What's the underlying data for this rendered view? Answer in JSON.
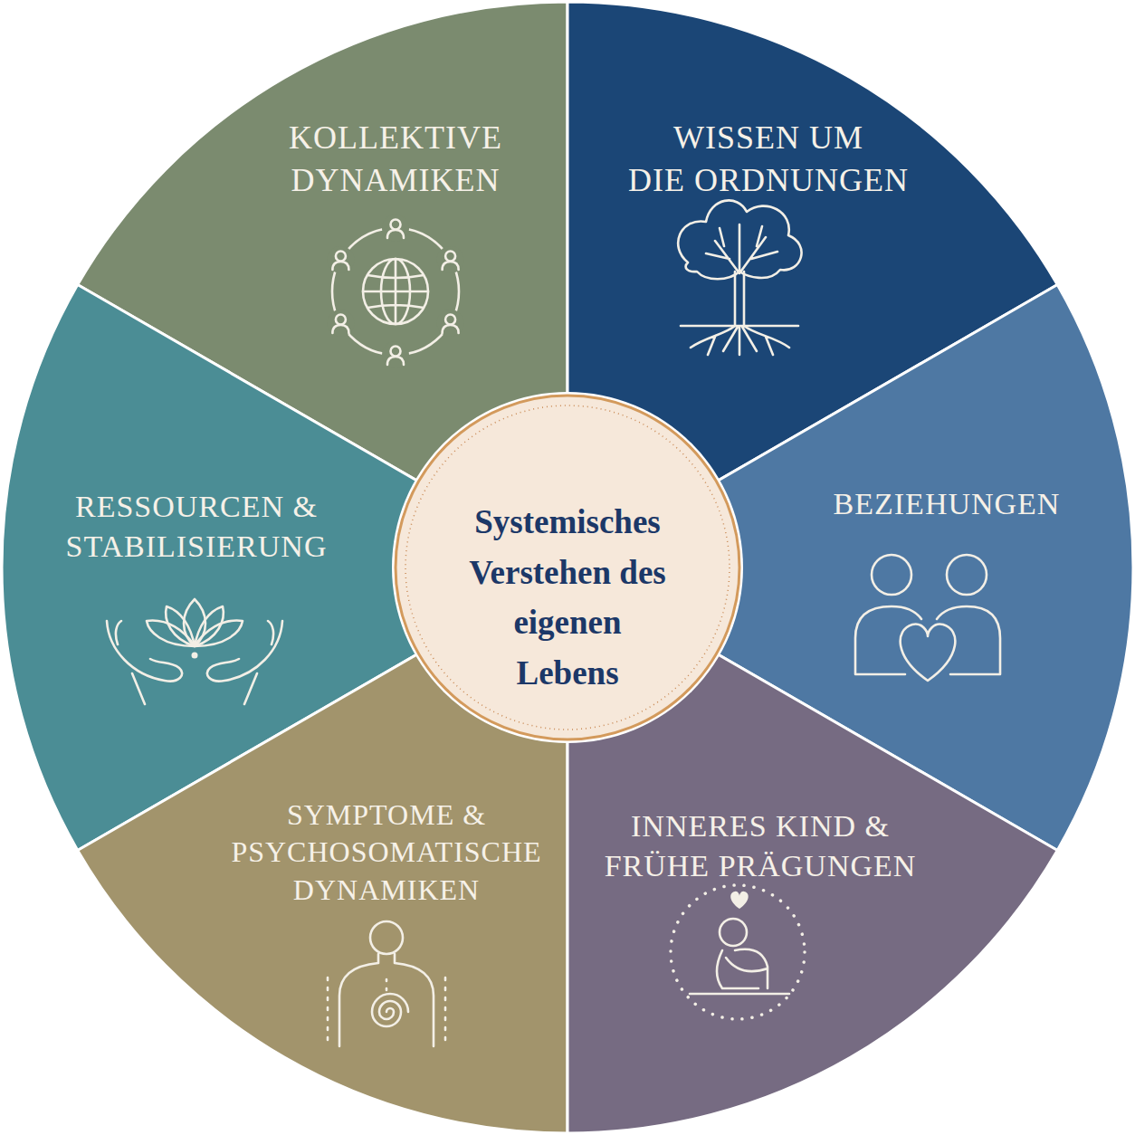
{
  "diagram": {
    "nodes": [
      {
        "text": [
          "KOLLEKTIVE DYNAMIKEN"
        ]
      },
      {
        "text": [
          "WISSEN UM DIE ORDNUNGEN"
        ]
      },
      {
        "text": [
          "RESSOURCEN & STABILISIERUNG"
        ]
      },
      {
        "text": [
          "Systemisches Verstehen des eigenen Lebens"
        ]
      },
      {
        "text": [
          "BEZIEHUNGEN"
        ]
      },
      {
        "text": [
          "SYMPTOME & PSYCHOSOMATISCHE DYNAMIKEN"
        ]
      },
      {
        "text": [
          "INNERES KIND & FRÜHE PRÄGUNGEN"
        ]
      }
    ]
  }
}
